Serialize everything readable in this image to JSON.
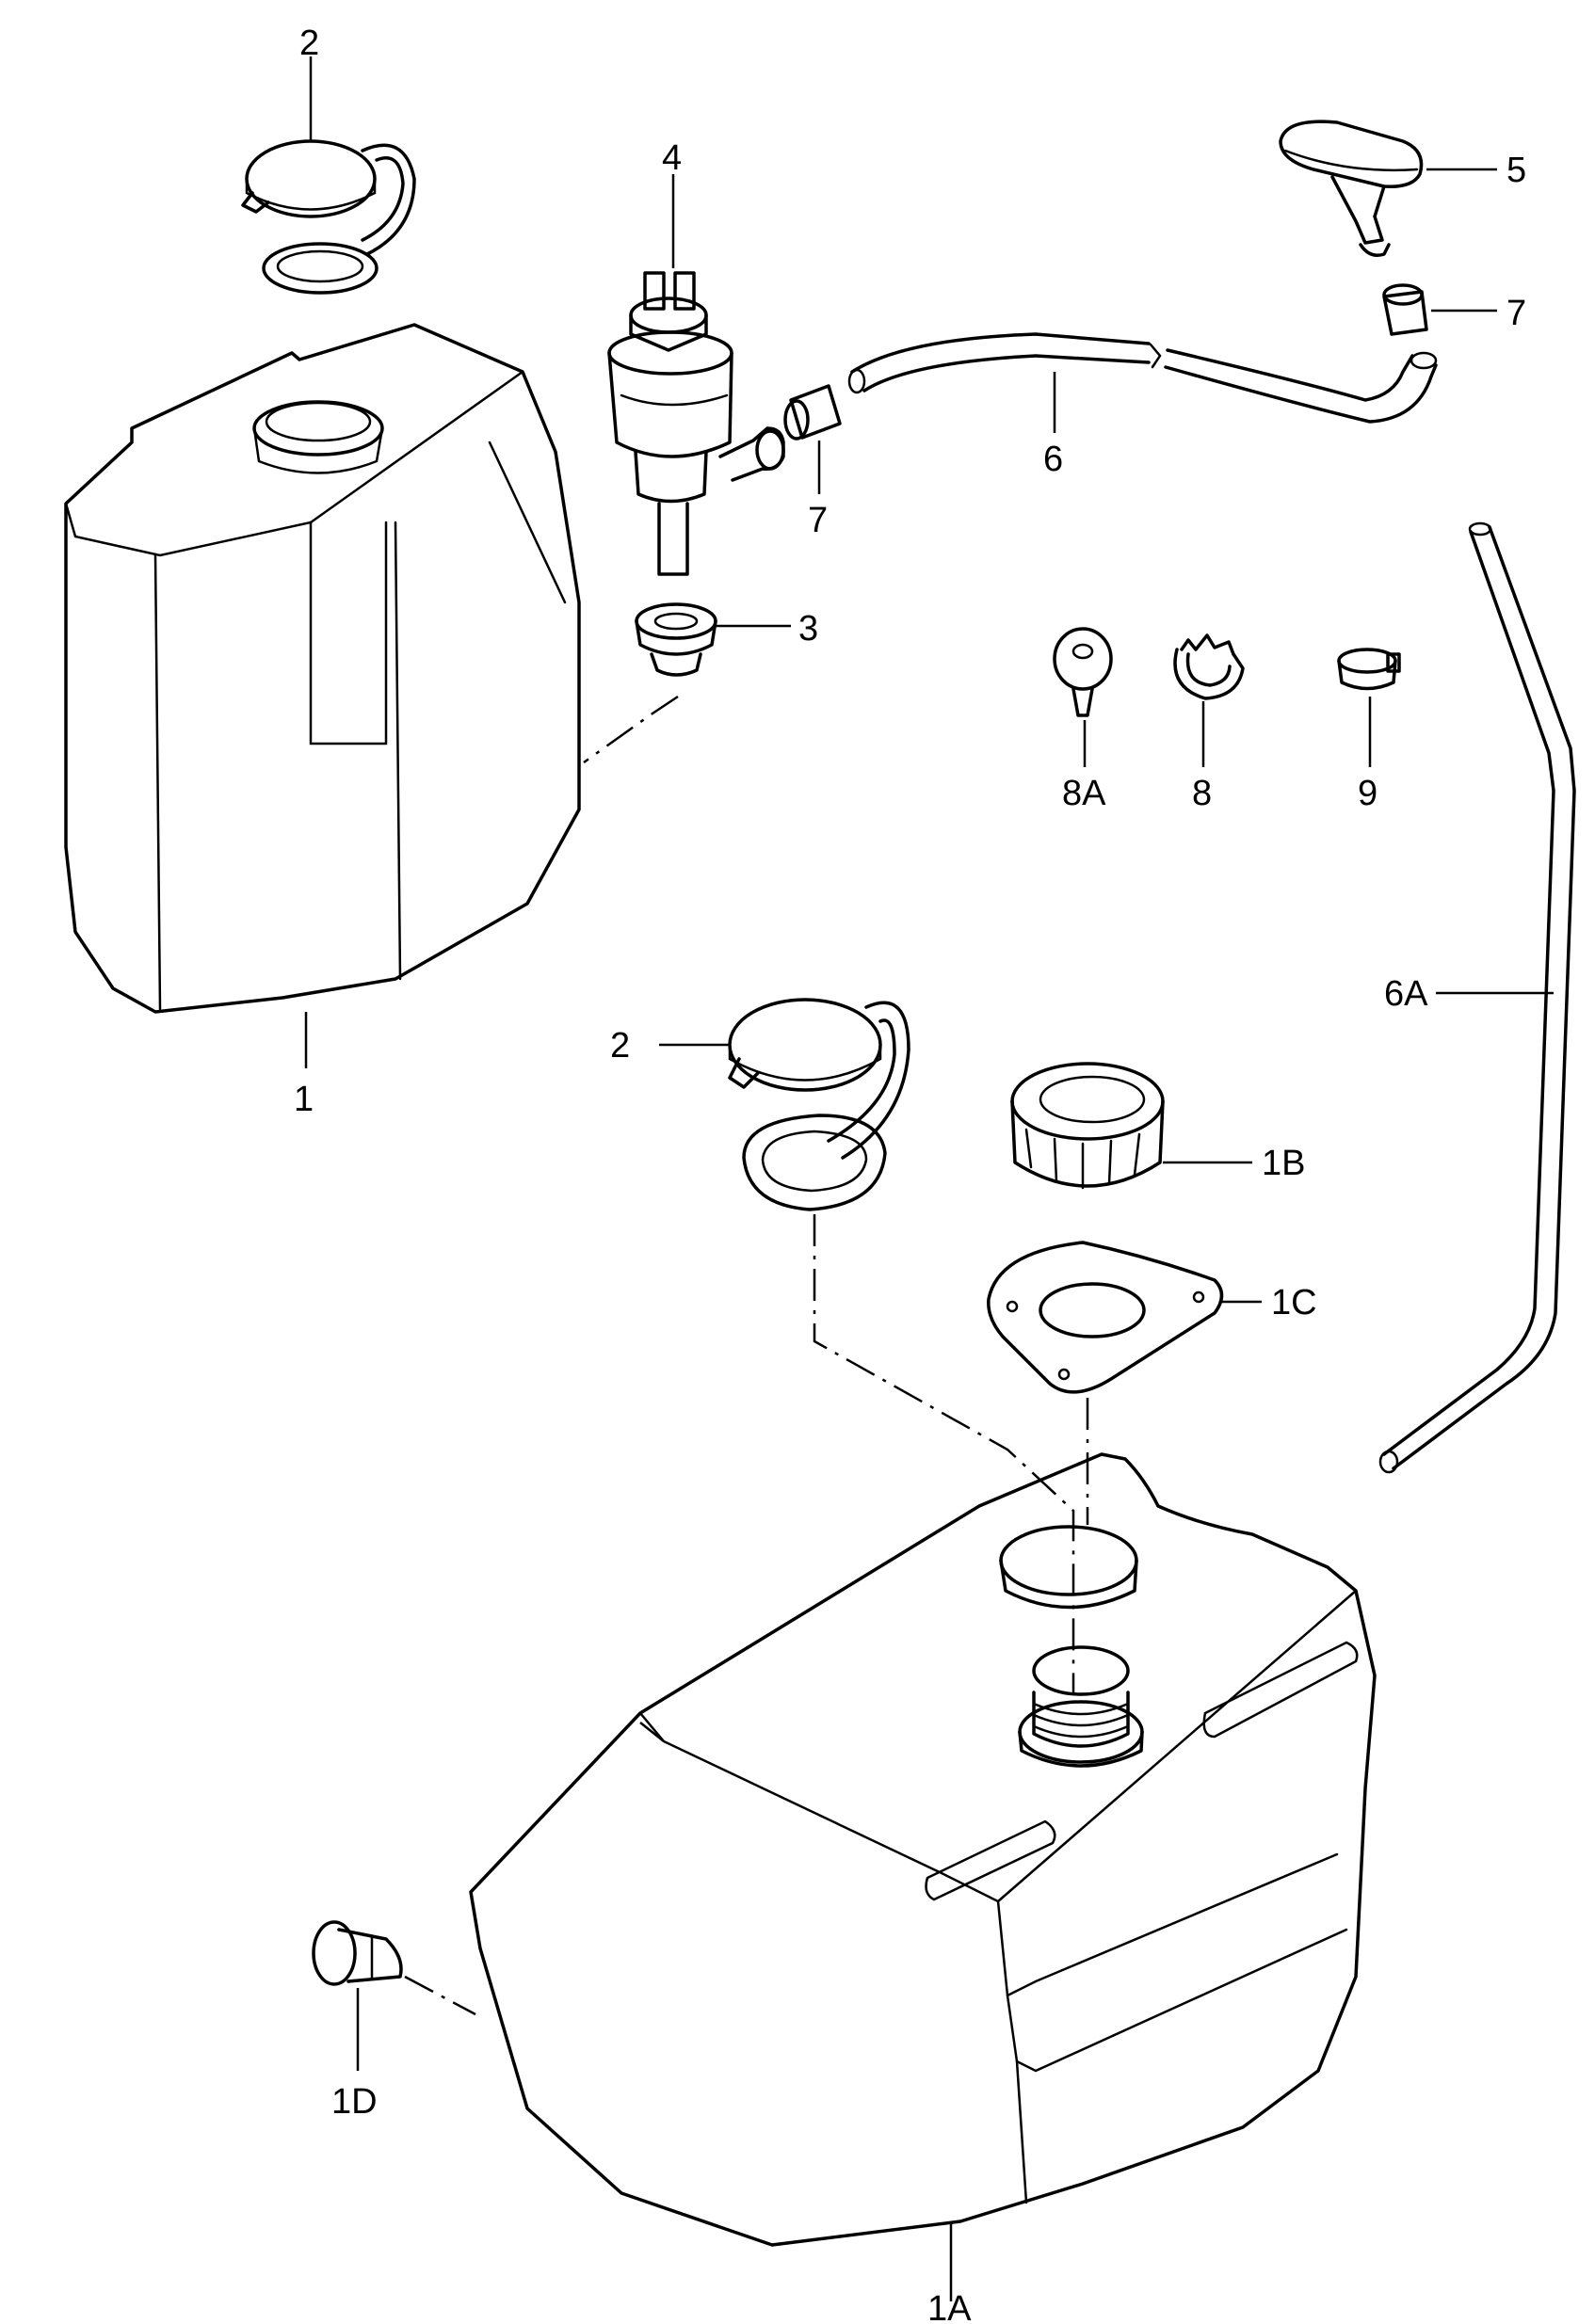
{
  "labels": {
    "p1": "1",
    "p1A": "1A",
    "p1B": "1B",
    "p1C": "1C",
    "p1D": "1D",
    "p2_top": "2",
    "p2_mid": "2",
    "p3": "3",
    "p4": "4",
    "p5": "5",
    "p6": "6",
    "p6A": "6A",
    "p7_left": "7",
    "p7_right": "7",
    "p8": "8",
    "p8A": "8A",
    "p9": "9"
  }
}
